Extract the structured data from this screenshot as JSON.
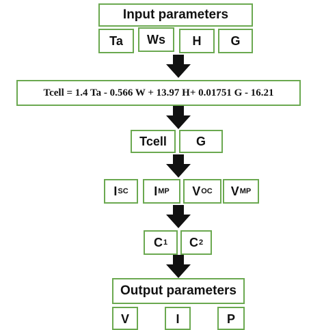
{
  "input": {
    "title": "Input parameters",
    "params": [
      "Ta",
      "Ws",
      "H",
      "G"
    ]
  },
  "formula": "Tcell = 1.4 Ta - 0.566 W + 13.97 H+ 0.01751 G - 16.21",
  "stage2": [
    "Tcell",
    "G"
  ],
  "stage3": [
    {
      "main": "I",
      "sub": "SC"
    },
    {
      "main": "I",
      "sub": "MP"
    },
    {
      "main": "V",
      "sub": "OC"
    },
    {
      "main": "V",
      "sub": "MP"
    }
  ],
  "stage4": [
    {
      "main": "C",
      "sub": "1"
    },
    {
      "main": "C",
      "sub": "2"
    }
  ],
  "output": {
    "title": "Output parameters",
    "params": [
      "V",
      "I",
      "P"
    ]
  },
  "colors": {
    "box_border": "#6aa84f",
    "arrow": "#111111"
  }
}
